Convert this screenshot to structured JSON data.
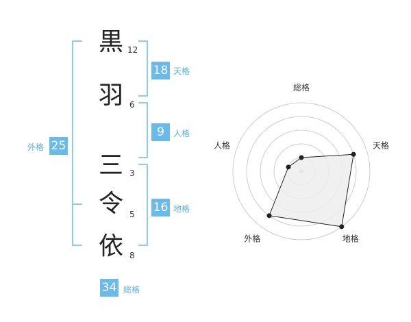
{
  "characters": [
    {
      "char": "黒",
      "strokes": "12"
    },
    {
      "char": "羽",
      "strokes": "6"
    },
    {
      "char": "三",
      "strokes": "3"
    },
    {
      "char": "令",
      "strokes": "5"
    },
    {
      "char": "依",
      "strokes": "8"
    }
  ],
  "fortunes": {
    "tenkaku": {
      "label": "天格",
      "value": "18"
    },
    "jinkaku": {
      "label": "人格",
      "value": "9"
    },
    "chikaku": {
      "label": "地格",
      "value": "16"
    },
    "gaikaku": {
      "label": "外格",
      "value": "25"
    },
    "soukaku": {
      "label": "総格",
      "value": "34"
    }
  },
  "radar": {
    "axes": [
      "総格",
      "天格",
      "地格",
      "外格",
      "人格"
    ],
    "levels": [
      0.2,
      0.8,
      1.0,
      0.8,
      0.2
    ],
    "colors": {
      "grid": "#cccccc",
      "fill": "#ededed",
      "line": "#222222",
      "center": "#bbbbbb"
    }
  },
  "colors": {
    "accent": "#6bbbea",
    "accent_text": "#58aee0",
    "bracket": "#8dcbf0"
  }
}
